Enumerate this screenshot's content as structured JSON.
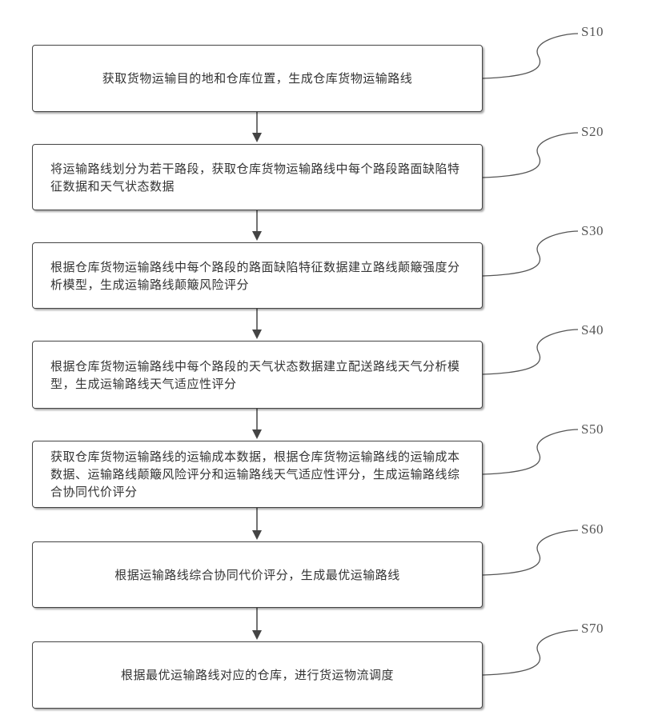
{
  "steps": [
    {
      "label": "S10",
      "text": "获取货物运输目的地和仓库位置，生成仓库货物运输路线"
    },
    {
      "label": "S20",
      "text": "将运输路线划分为若干路段，获取仓库货物运输路线中每个路段路面缺陷特征数据和天气状态数据"
    },
    {
      "label": "S30",
      "text": "根据仓库货物运输路线中每个路段的路面缺陷特征数据建立路线颠簸强度分析模型，生成运输路线颠簸风险评分"
    },
    {
      "label": "S40",
      "text": "根据仓库货物运输路线中每个路段的天气状态数据建立配送路线天气分析模型，生成运输路线天气适应性评分"
    },
    {
      "label": "S50",
      "text": "获取仓库货物运输路线的运输成本数据，根据仓库货物运输路线的运输成本数据、运输路线颠簸风险评分和运输路线天气适应性评分，生成运输路线综合协同代价评分"
    },
    {
      "label": "S60",
      "text": "根据运输路线综合协同代价评分，生成最优运输路线"
    },
    {
      "label": "S70",
      "text": "根据最优运输路线对应的仓库，进行货运物流调度"
    }
  ]
}
